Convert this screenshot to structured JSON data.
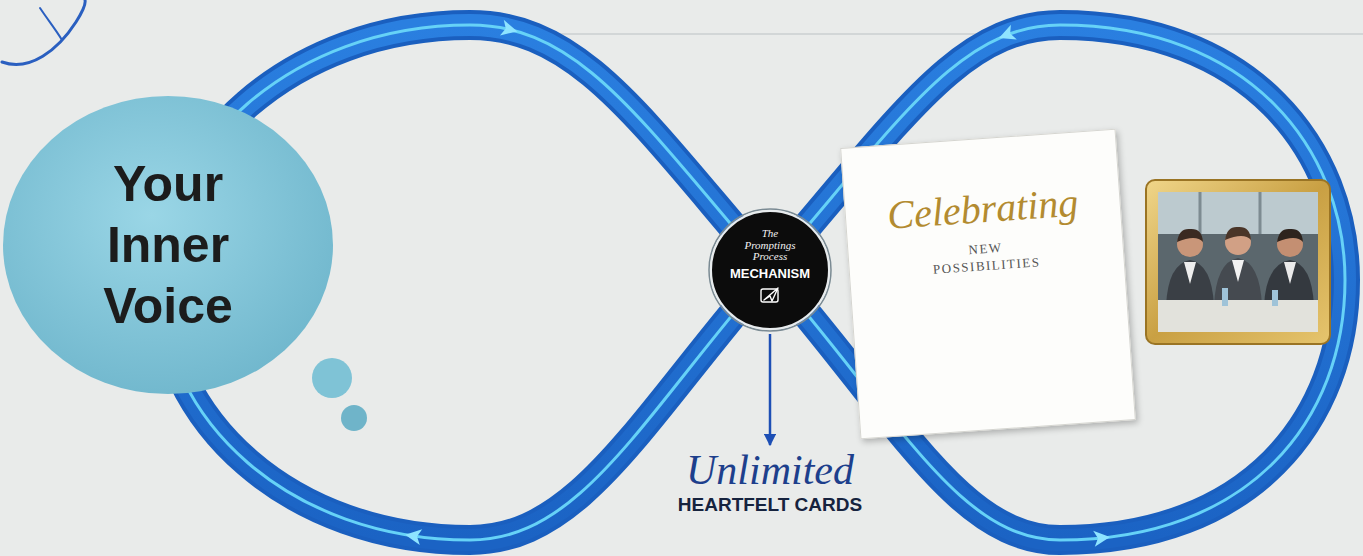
{
  "diagram": {
    "nodes": [
      {
        "text": [
          "Your Inner Voice"
        ]
      },
      {
        "text": [
          "The Promptings Process",
          "MECHANISM"
        ]
      },
      {
        "text": [
          "Unlimited",
          "HEARTFELT CARDS"
        ]
      },
      {
        "text": [
          "Celebrating",
          "NEW POSSIBILITIES"
        ]
      }
    ],
    "edges": [
      {
        "from": 1,
        "to": 2,
        "arrow": "to"
      }
    ]
  }
}
